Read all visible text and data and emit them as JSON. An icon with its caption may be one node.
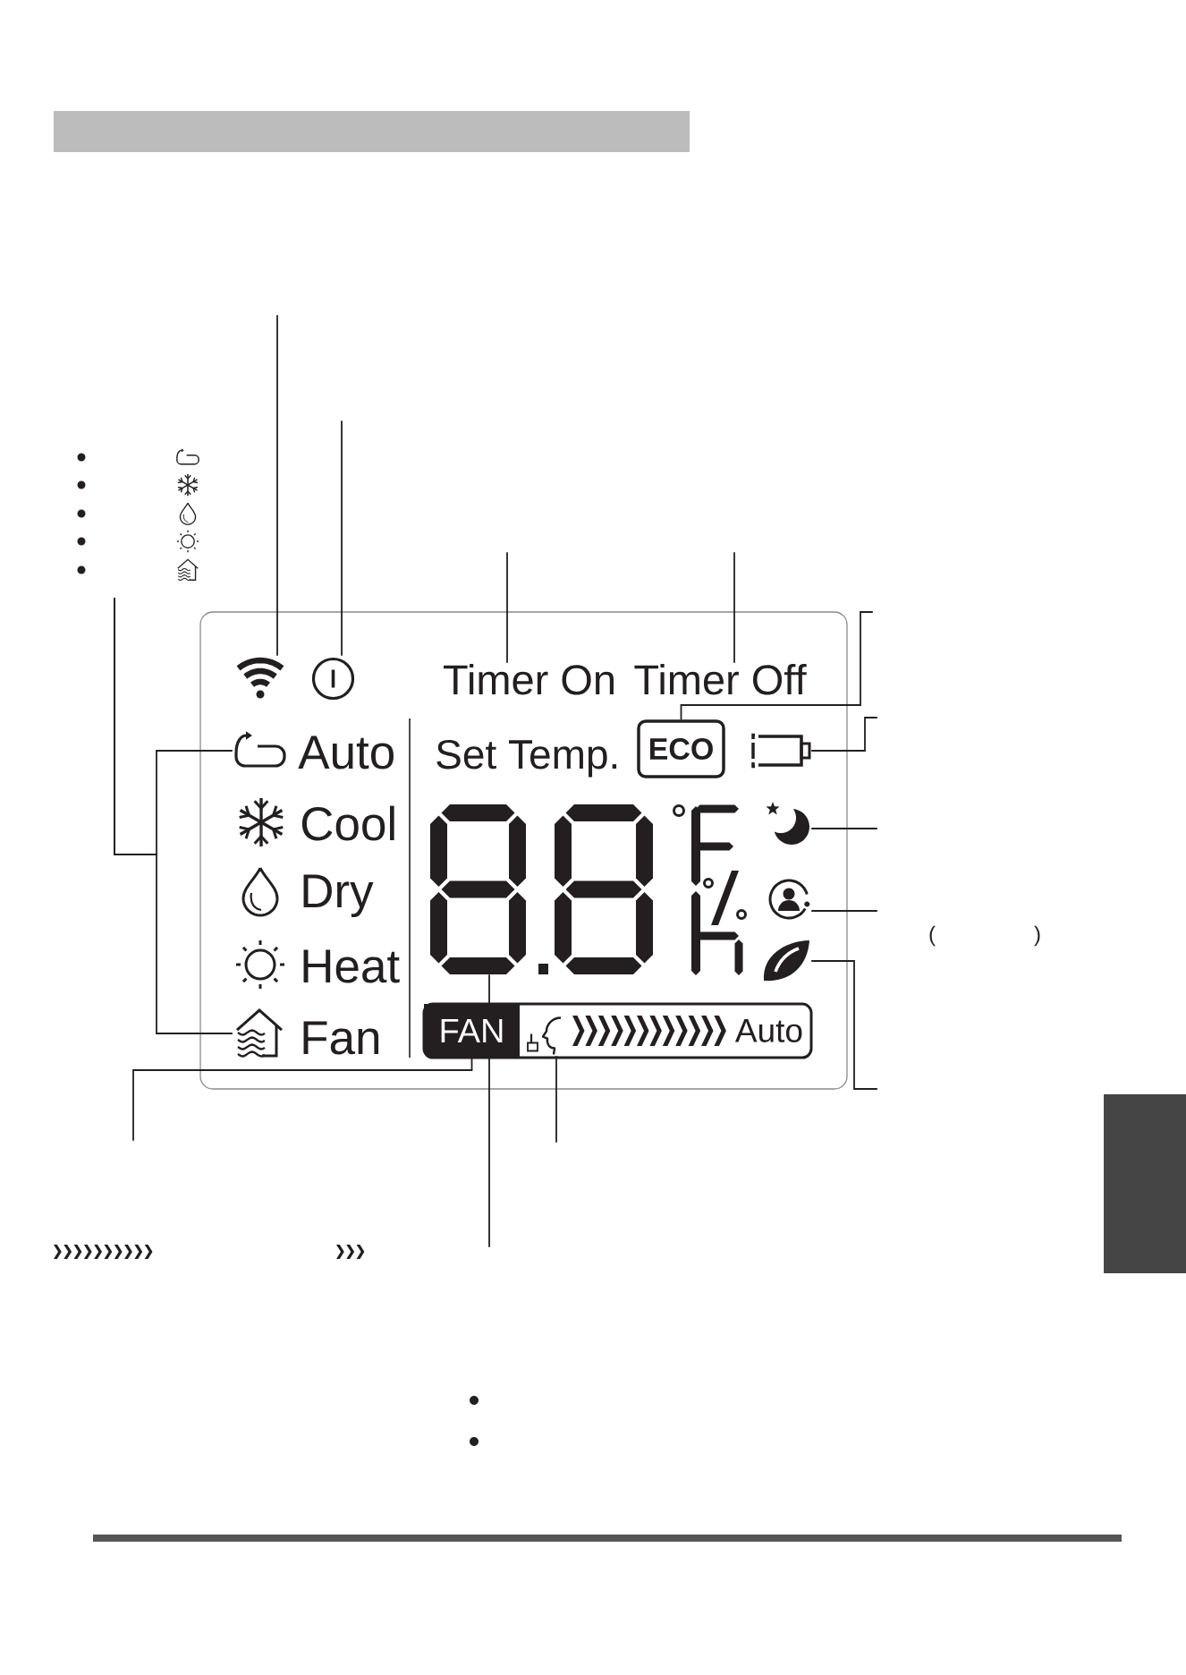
{
  "diagram": {
    "nodes": [
      {
        "text": [],
        "shape": "box"
      },
      {
        "text": [],
        "shape": "picture",
        "in": 0
      },
      {
        "text": [],
        "shape": "picture",
        "in": 0
      },
      {
        "text": [
          "Timer On"
        ],
        "in": 0
      },
      {
        "text": [
          "Timer Off"
        ],
        "in": 0
      },
      {
        "text": [],
        "shape": "picture",
        "in": 0
      },
      {
        "text": [
          "ECO"
        ],
        "in": 0
      },
      {
        "text": [],
        "shape": "battery",
        "in": 0
      },
      {
        "text": [],
        "shape": "picture",
        "in": 0
      },
      {
        "text": [],
        "shape": "picture",
        "in": 0
      },
      {
        "text": [],
        "shape": "picture",
        "in": 0
      },
      {
        "text": [],
        "shape": "picture",
        "in": 0
      },
      {
        "text": [],
        "shape": "picture",
        "in": 0
      },
      {
        "text": [
          "Auto"
        ],
        "in": 0
      },
      {
        "text": [
          "FAN"
        ],
        "in": 13
      },
      {
        "text": [],
        "shape": "picture",
        "in": 13
      },
      {
        "text": [],
        "shape": "box"
      }
    ],
    "edges": [
      {
        "from": null,
        "to": 1,
        "arrow": "none"
      },
      {
        "from": null,
        "to": 2,
        "arrow": "none"
      },
      {
        "from": null,
        "to": 3,
        "arrow": "none"
      },
      {
        "from": null,
        "to": 4,
        "arrow": "none"
      },
      {
        "from": null,
        "to": 6,
        "arrow": "none"
      },
      {
        "from": null,
        "to": 7,
        "arrow": "none"
      },
      {
        "from": null,
        "to": 9,
        "arrow": "none"
      },
      {
        "from": null,
        "to": 10,
        "arrow": "none"
      },
      {
        "from": null,
        "to": 11,
        "arrow": "none"
      },
      {
        "from": null,
        "to": 5,
        "arrow": "none"
      },
      {
        "from": null,
        "to": 12,
        "arrow": "none"
      },
      {
        "from": null,
        "to": 14,
        "arrow": "none"
      },
      {
        "from": null,
        "to": 8,
        "arrow": "none"
      },
      {
        "from": null,
        "to": 15,
        "arrow": "none"
      }
    ],
    "labels": [
      "Auto",
      "Set Temp.",
      "Cool",
      "Dry",
      "Heat",
      "Fan",
      "(",
      ")"
    ]
  }
}
